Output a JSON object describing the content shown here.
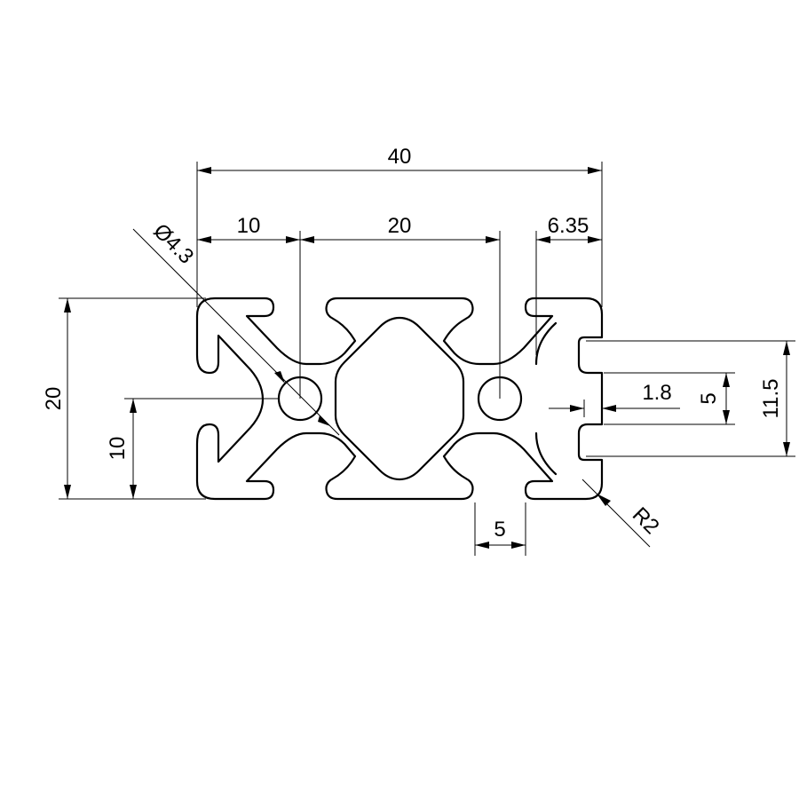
{
  "drawing": {
    "part": "40x20 aluminum T-slot extrusion profile",
    "dimensions": {
      "overall_width": "40",
      "left_offset": "10",
      "hole_spacing": "20",
      "right_slot": "6.35",
      "hole_diameter": "Ø4.3",
      "overall_height": "20",
      "half_height": "10",
      "slot_opening_right": "5",
      "slot_depth": "11.5",
      "lip_thickness": "1.8",
      "slot_opening_bottom": "5",
      "corner_radius": "R2"
    }
  }
}
